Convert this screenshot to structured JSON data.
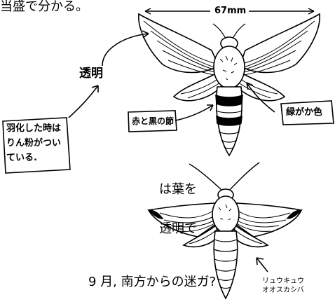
{
  "top_text": "当盛で分かる。",
  "wingspan_label": "67mm",
  "transparent_label": "透明",
  "box_emergence": {
    "line1": "羽化した時は",
    "line2": "りん粉がつい",
    "line3": "ている."
  },
  "box_red_black": "赤と黒の節",
  "box_greenish": "緑がか色",
  "body_line1": "は葉を",
  "body_line2": "透明で",
  "body_line3": "9 月, 南方からの迷ガ?",
  "species_label": {
    "line1": "リュウキュウ",
    "line2": "オオスカシバ"
  },
  "icons": [
    "moth-illustration-top",
    "moth-illustration-bottom",
    "arrow-icon"
  ]
}
